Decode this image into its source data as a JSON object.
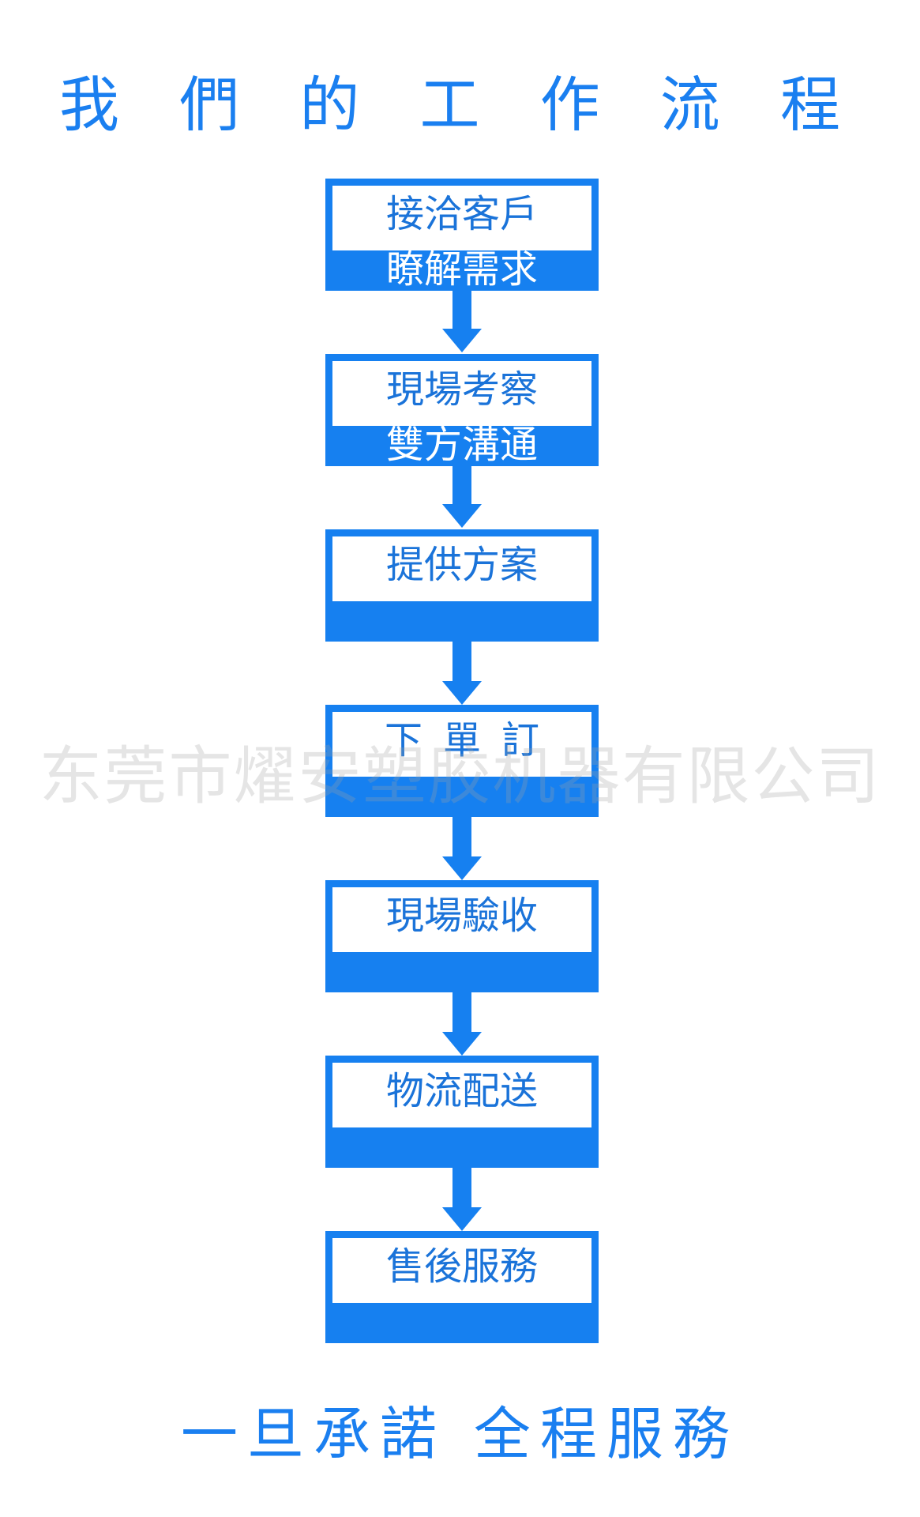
{
  "title": "我 們 的 工 作 流 程",
  "steps": [
    {
      "label": "接洽客戶",
      "label2": "瞭解需求"
    },
    {
      "label": "現場考察",
      "label2": "雙方溝通"
    },
    {
      "label": "提供方案",
      "label2": ""
    },
    {
      "label": "下單訂",
      "label2": ""
    },
    {
      "label": "現場驗收",
      "label2": ""
    },
    {
      "label": "物流配送",
      "label2": ""
    },
    {
      "label": "售後服務",
      "label2": ""
    }
  ],
  "watermark": "东莞市燿安塑胶机器有限公司",
  "footer": "一旦承諾 全程服務",
  "colors": {
    "accent": "#1680f0",
    "text_blue": "#1a73d9"
  }
}
